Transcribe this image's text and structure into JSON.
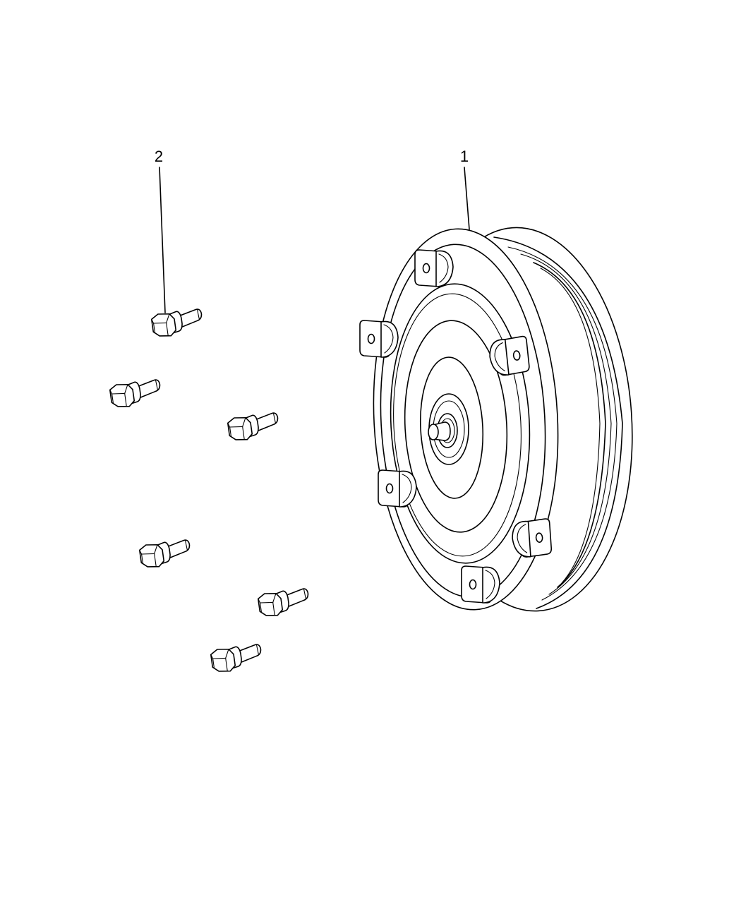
{
  "callouts": [
    {
      "id": "1",
      "label": "1",
      "part": "torque-converter"
    },
    {
      "id": "2",
      "label": "2",
      "part": "bolt"
    }
  ],
  "bolt_count": 6
}
